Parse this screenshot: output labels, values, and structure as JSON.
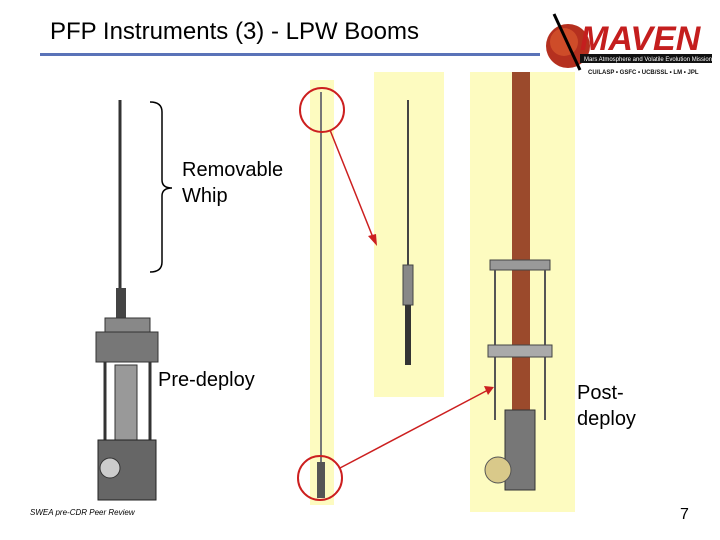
{
  "slide": {
    "title": "PFP Instruments (3) - LPW Booms",
    "labels": {
      "whip": "Removable Whip",
      "pre_deploy": "Pre-deploy",
      "post_deploy": "Post-deploy"
    },
    "footer": "SWEA pre-CDR Peer Review",
    "page_number": "7"
  },
  "logo": {
    "name": "MAVEN",
    "subtitle": "Mars Atmosphere and Volatile Evolution Mission",
    "partners": "CU/LASP • GSFC • UCB/SSL • LM • JPL"
  },
  "colors": {
    "title_rule": "#5a73b8",
    "callout": "#cc1f1f",
    "panel": "#fdfbc0",
    "logo_red": "#c41e1e",
    "boom_copper": "#9b4a2c"
  }
}
